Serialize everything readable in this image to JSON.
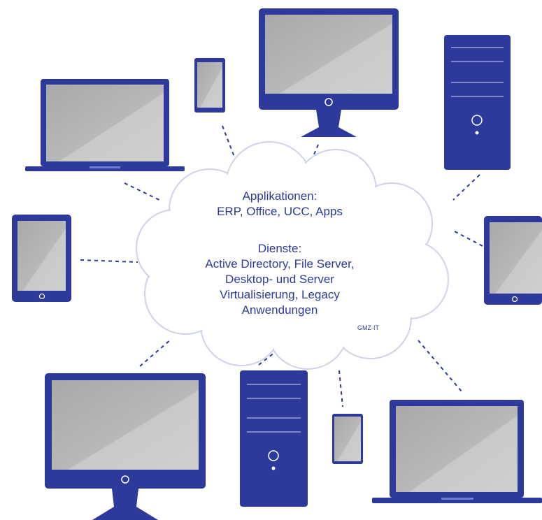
{
  "cloud": {
    "applications_heading": "Applikationen:",
    "applications_list": "ERP, Office, UCC, Apps",
    "services_heading": "Dienste:",
    "services_lines": [
      "Active Directory, File Server,",
      "Desktop- und Server",
      "Virtualisierung, Legacy",
      "Anwendungen"
    ],
    "brand": "GMZ-IT"
  },
  "colors": {
    "device_frame": "#2d3a9c",
    "screen": "#b3b3b3",
    "screen_highlight": "#c8c8c8",
    "tower_lines": "#7f88c9",
    "cloud_fill": "#ffffff",
    "cloud_outline": "#cfd3e6",
    "connector": "#2d3a9c",
    "text": "#2d3a9c"
  },
  "devices": [
    {
      "name": "laptop-top-left",
      "type": "laptop"
    },
    {
      "name": "phone-top",
      "type": "phone"
    },
    {
      "name": "monitor-top",
      "type": "monitor"
    },
    {
      "name": "tower-top-right",
      "type": "tower"
    },
    {
      "name": "tablet-left",
      "type": "tablet"
    },
    {
      "name": "tablet-right",
      "type": "tablet"
    },
    {
      "name": "monitor-bottom-left",
      "type": "monitor"
    },
    {
      "name": "tower-bottom",
      "type": "tower"
    },
    {
      "name": "phone-bottom",
      "type": "phone"
    },
    {
      "name": "laptop-bottom-right",
      "type": "laptop"
    }
  ]
}
